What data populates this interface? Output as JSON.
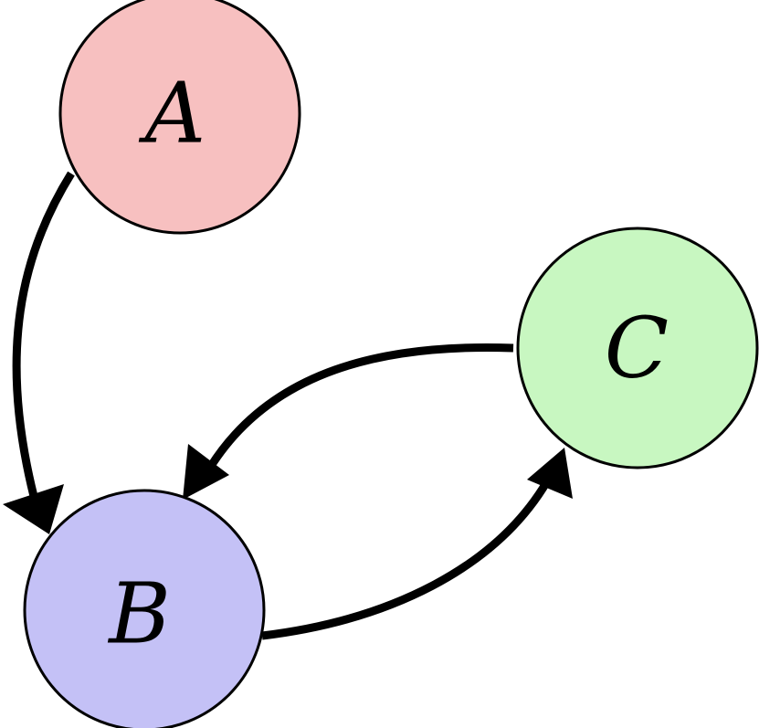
{
  "nodes": {
    "a": {
      "label": "A",
      "color": "#f7c0c0"
    },
    "b": {
      "label": "B",
      "color": "#c4c1f6"
    },
    "c": {
      "label": "C",
      "color": "#c8f7c1"
    }
  },
  "edges": [
    {
      "from": "A",
      "to": "B"
    },
    {
      "from": "C",
      "to": "B"
    },
    {
      "from": "B",
      "to": "C"
    }
  ],
  "colors": {
    "stroke": "#000000",
    "background": "#ffffff"
  }
}
